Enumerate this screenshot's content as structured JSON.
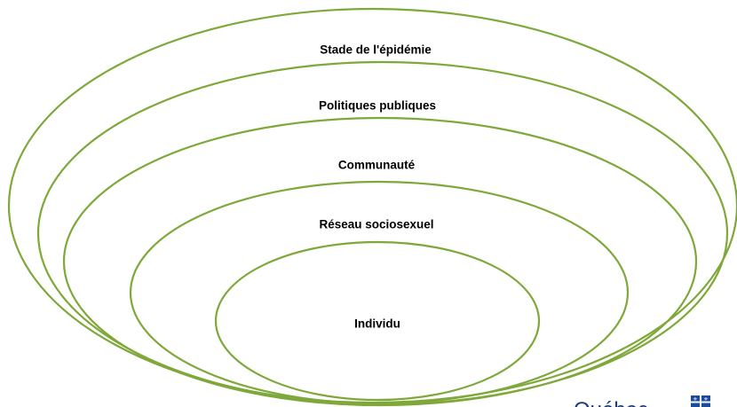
{
  "diagram": {
    "title": "",
    "ring_color": "#7fa83a",
    "rings": [
      {
        "id": "stade",
        "label": "Stade de l'épidémie"
      },
      {
        "id": "politiques",
        "label": "Politiques publiques"
      },
      {
        "id": "communaute",
        "label": "Communauté"
      },
      {
        "id": "reseau",
        "label": "Réseau sociosexuel"
      },
      {
        "id": "individu",
        "label": "Individu"
      }
    ]
  },
  "logo": {
    "text": "Québec",
    "color": "#1a3a7a",
    "flag_color": "#1a4b9c"
  }
}
